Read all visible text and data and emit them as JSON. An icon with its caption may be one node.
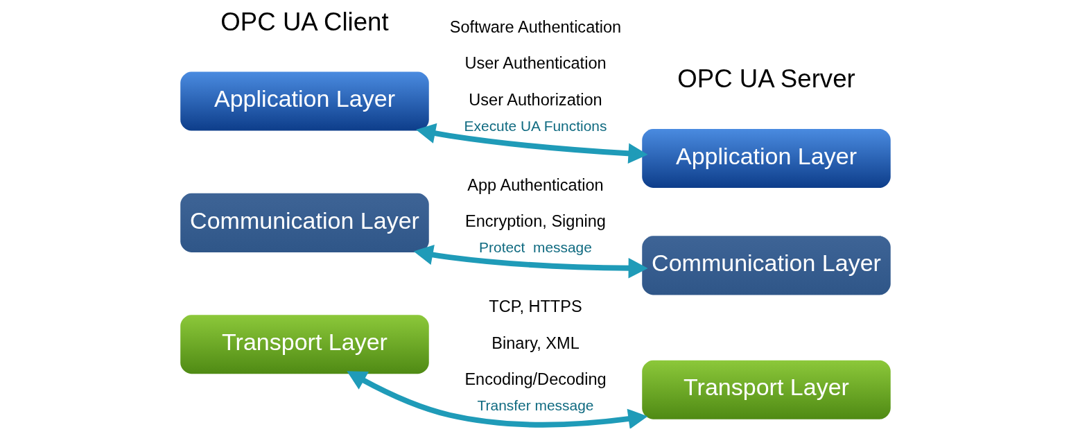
{
  "diagram": {
    "nodes": [
      {
        "text": [
          "Application Layer"
        ]
      },
      {
        "text": [
          "Application Layer"
        ]
      },
      {
        "text": [
          "Communication Layer"
        ]
      },
      {
        "text": [
          "Communication Layer"
        ]
      },
      {
        "text": [
          "Transport Layer"
        ]
      },
      {
        "text": [
          "Transport Layer"
        ]
      }
    ],
    "edges": [
      {
        "from": 0,
        "to": 1,
        "arrow": "both",
        "label": "Execute UA Functions"
      },
      {
        "from": 2,
        "to": 3,
        "arrow": "both",
        "label": "Protect  message"
      },
      {
        "from": 4,
        "to": 5,
        "arrow": "both",
        "label": "Transfer message"
      }
    ],
    "labels": [
      "OPC UA Client",
      "Software Authentication",
      "User Authentication",
      "User Authorization",
      "OPC UA Server",
      "App Authentication",
      "Encryption, Signing",
      "TCP, HTTPS",
      "Binary, XML",
      "Encoding/Decoding"
    ]
  }
}
